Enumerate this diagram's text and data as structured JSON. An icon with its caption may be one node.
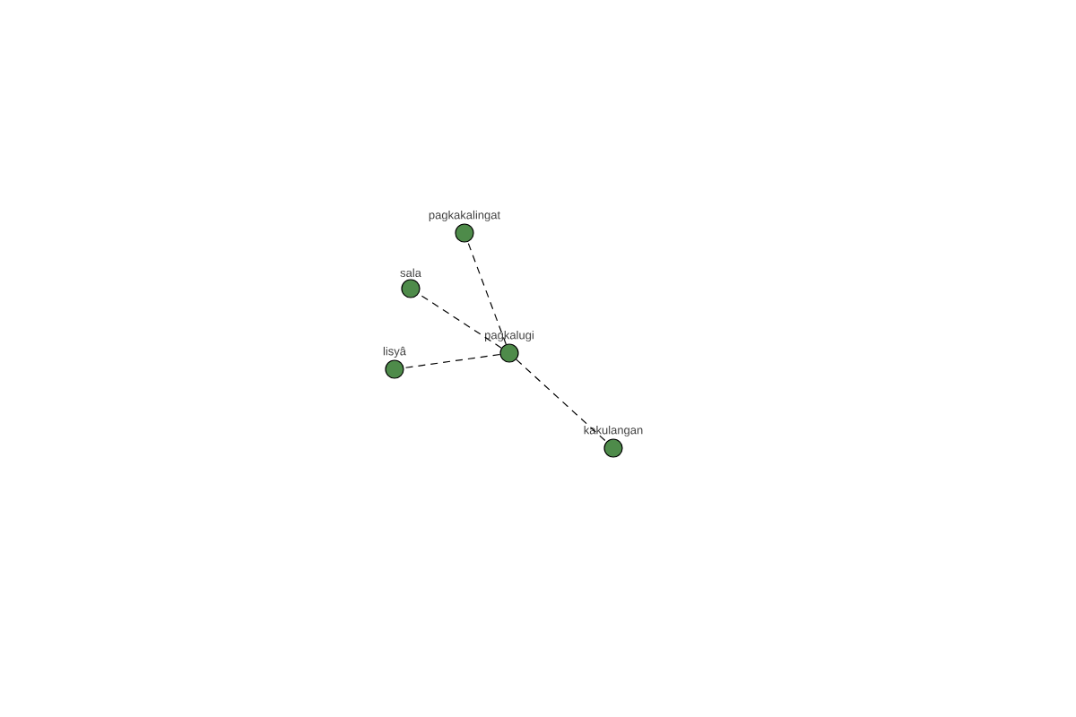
{
  "diagram": {
    "nodes": [
      {
        "text": [
          "pagkakalingat"
        ]
      },
      {
        "text": [
          "sala"
        ]
      },
      {
        "text": [
          "pagkalugi"
        ]
      },
      {
        "text": [
          "lisyâ"
        ]
      },
      {
        "text": [
          "kakulangan"
        ]
      }
    ],
    "edges": [
      {
        "from": 2,
        "to": 0,
        "arrow": "none",
        "style": "dashed"
      },
      {
        "from": 2,
        "to": 1,
        "arrow": "none",
        "style": "dashed"
      },
      {
        "from": 2,
        "to": 3,
        "arrow": "none",
        "style": "dashed"
      },
      {
        "from": 2,
        "to": 4,
        "arrow": "none",
        "style": "dashed"
      }
    ]
  }
}
